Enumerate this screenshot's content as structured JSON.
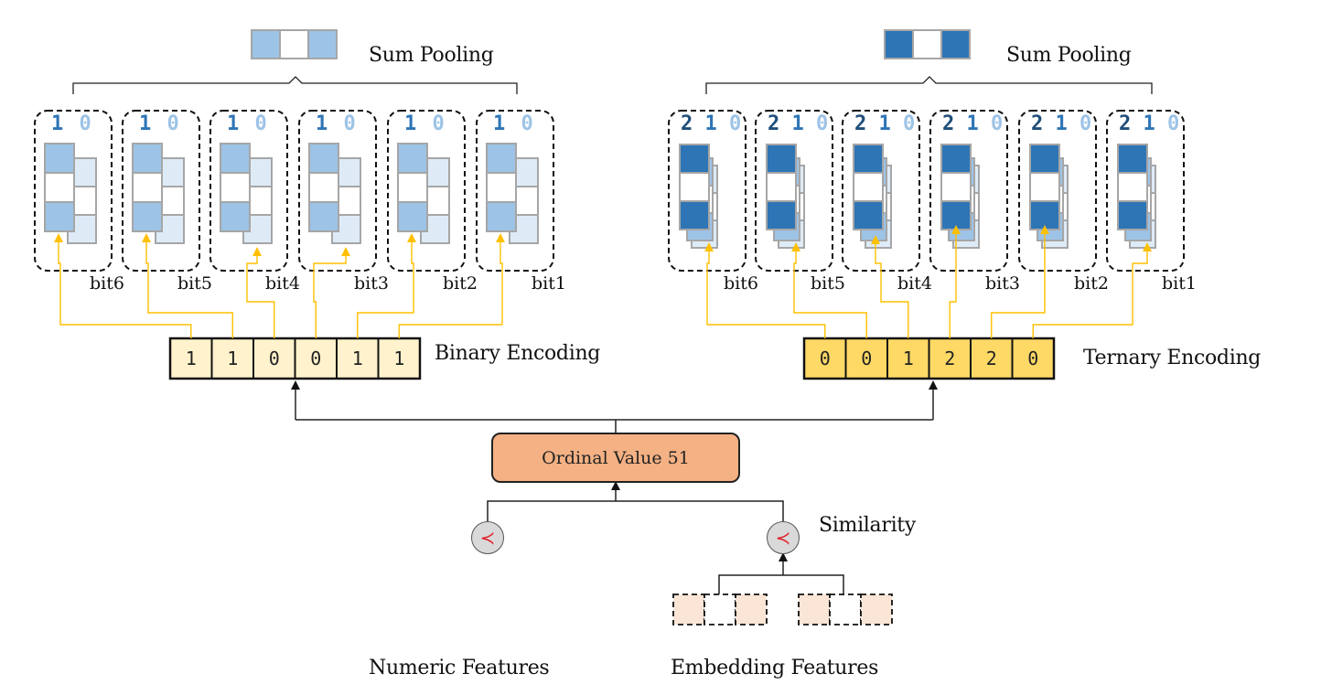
{
  "colors": {
    "binary_fill": "#9dc3e6",
    "binary_light": "#deebf7",
    "ternary_dark": "#2e75b6",
    "ternary_mid": "#9dc3e6",
    "ternary_light": "#deebf7",
    "binary_encoding_fill": "#fff2cc",
    "ternary_encoding_fill": "#ffd966",
    "connector_orange": "#ffc000",
    "ordinal_fill": "#f4b183",
    "embedding_fill": "#fbe5d6",
    "similarity_symbol": "#e0202a"
  },
  "binary_panel": {
    "pooling_label": "Sum Pooling",
    "pooled_vector": [
      "filled",
      "empty",
      "filled"
    ],
    "digit_header": [
      "1",
      "0"
    ],
    "bits": [
      {
        "label": "bit6",
        "value": "1"
      },
      {
        "label": "bit5",
        "value": "1"
      },
      {
        "label": "bit4",
        "value": "0"
      },
      {
        "label": "bit3",
        "value": "0"
      },
      {
        "label": "bit2",
        "value": "1"
      },
      {
        "label": "bit1",
        "value": "1"
      }
    ],
    "encoding_label": "Binary Encoding",
    "encoding_values": [
      "1",
      "1",
      "0",
      "0",
      "1",
      "1"
    ]
  },
  "ternary_panel": {
    "pooling_label": "Sum Pooling",
    "pooled_vector": [
      "filled",
      "empty",
      "filled"
    ],
    "digit_header": [
      "2",
      "1",
      "0"
    ],
    "bits": [
      {
        "label": "bit6",
        "value": "0"
      },
      {
        "label": "bit5",
        "value": "0"
      },
      {
        "label": "bit4",
        "value": "1"
      },
      {
        "label": "bit3",
        "value": "2"
      },
      {
        "label": "bit2",
        "value": "2"
      },
      {
        "label": "bit1",
        "value": "0"
      }
    ],
    "encoding_label": "Ternary Encoding",
    "encoding_values": [
      "0",
      "0",
      "1",
      "2",
      "2",
      "0"
    ]
  },
  "ordinal": {
    "label": "Ordinal Value 51"
  },
  "similarity": {
    "label": "Similarity",
    "symbol": "≺"
  },
  "features": {
    "numeric_label": "Numeric Features",
    "embedding_label": "Embedding Features"
  }
}
